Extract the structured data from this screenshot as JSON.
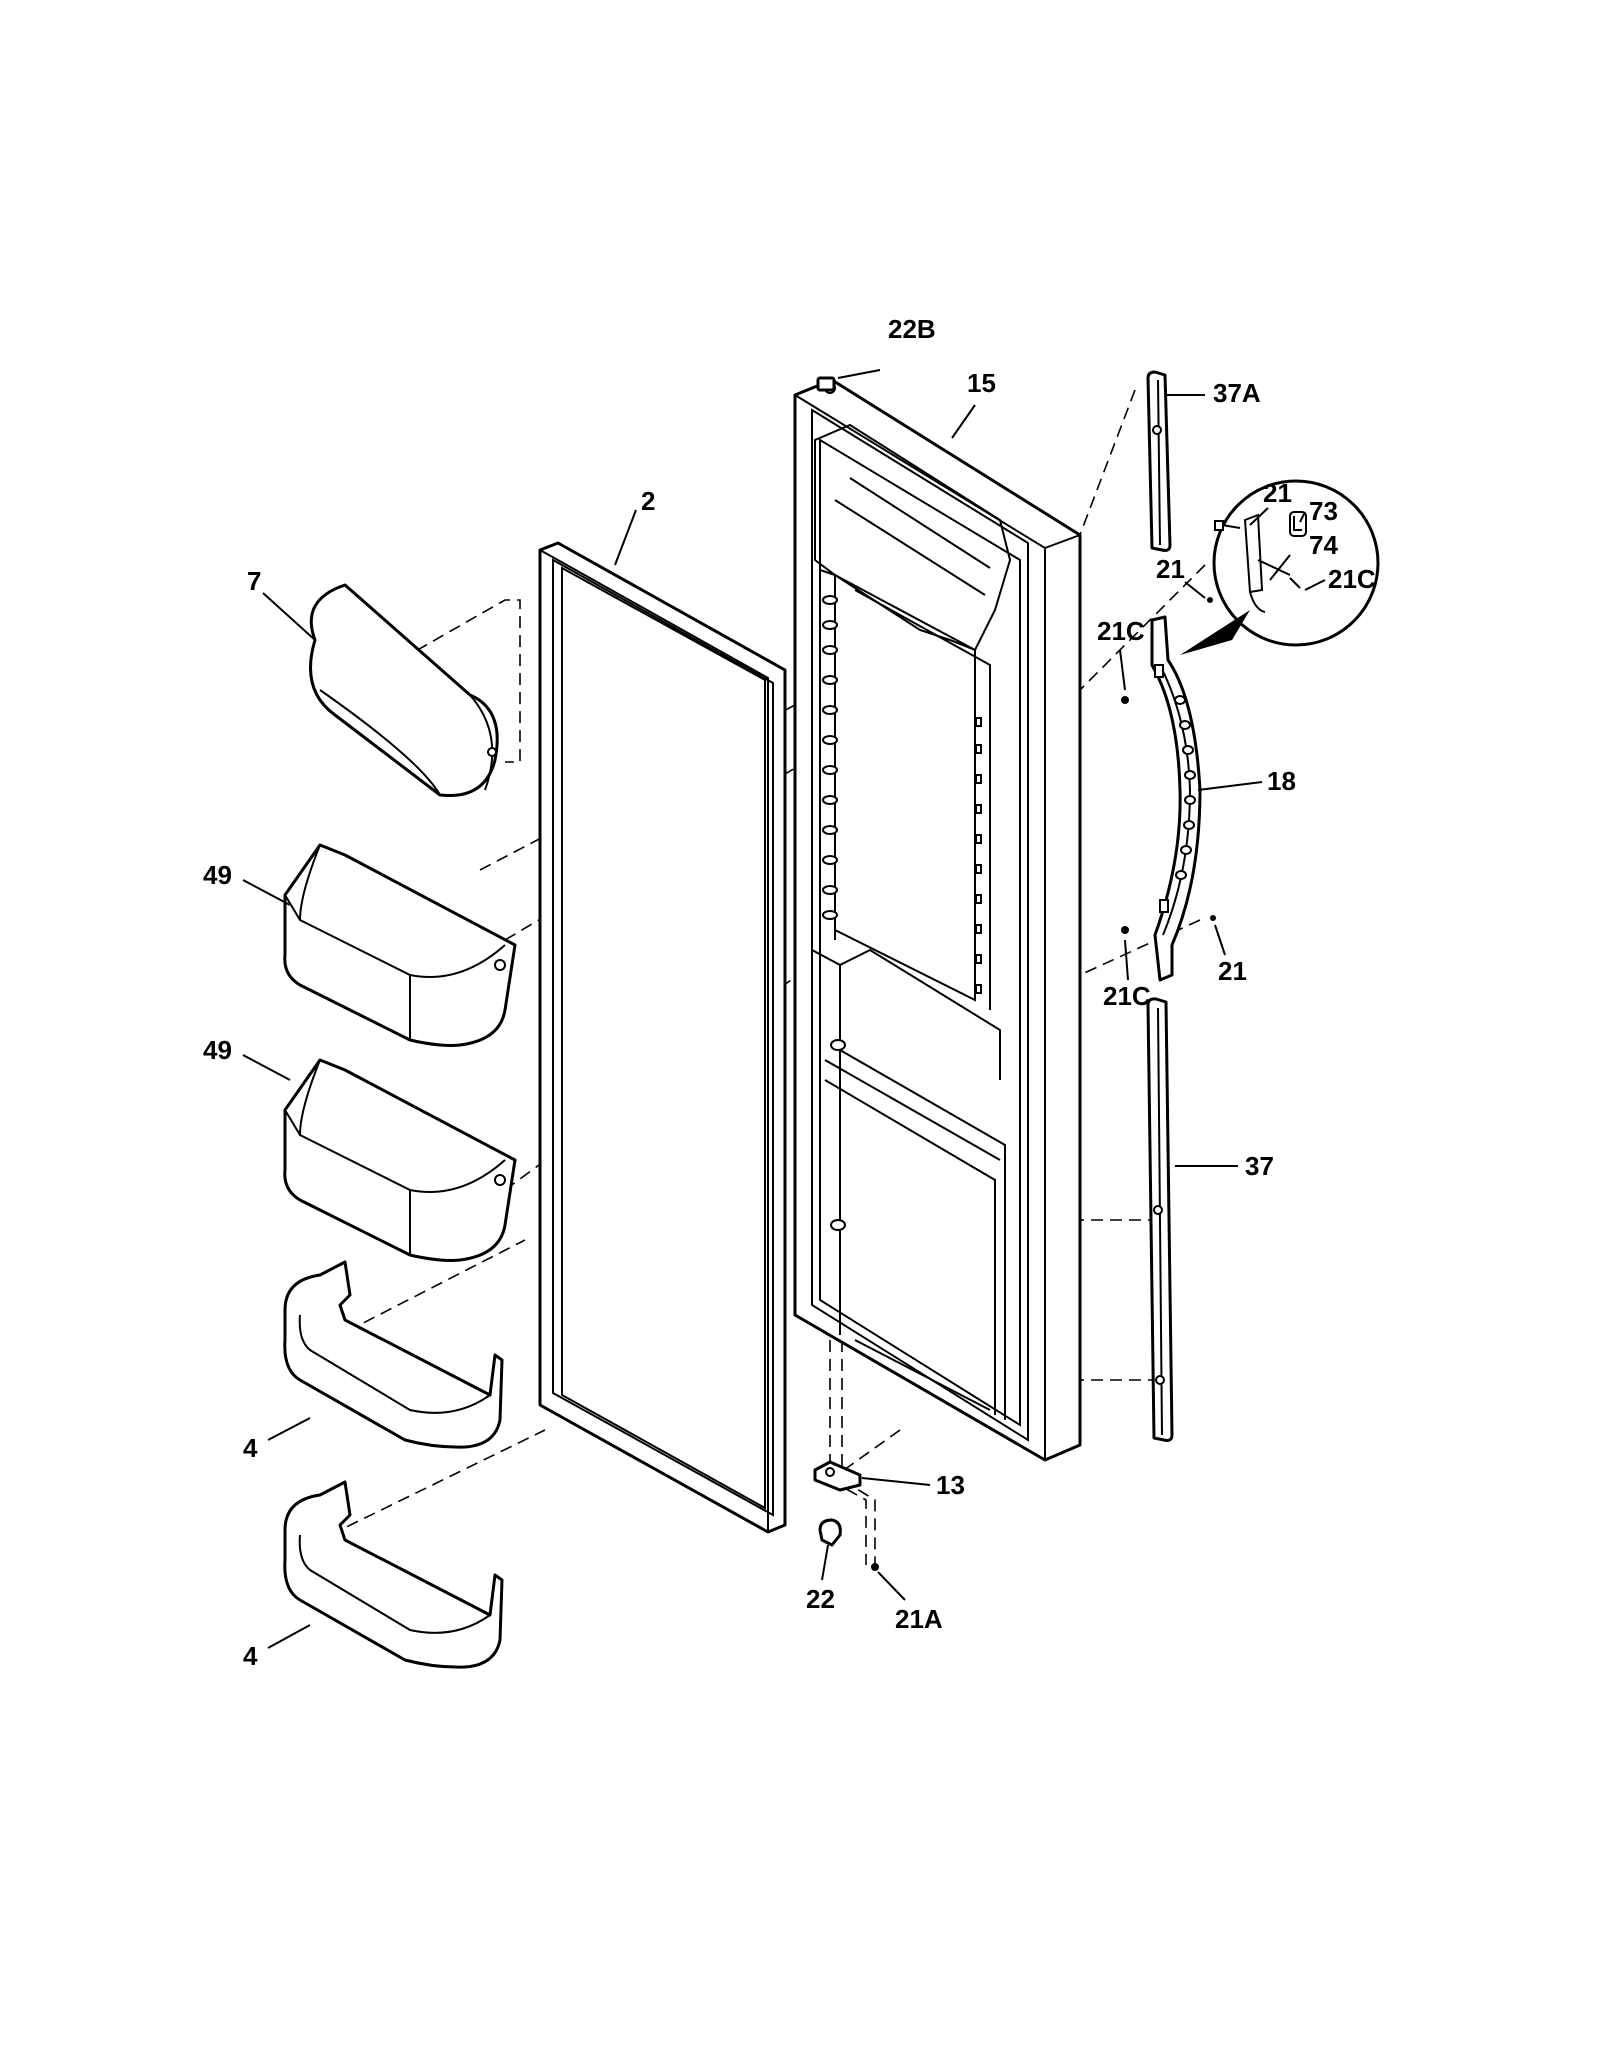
{
  "labels": {
    "p22b": "22B",
    "p15": "15",
    "p37a": "37A",
    "p2": "2",
    "p7": "7",
    "p21_top": "21",
    "p73": "73",
    "p74": "74",
    "p21c_inset": "21C",
    "p21_mid": "21",
    "p21c_left": "21C",
    "p18": "18",
    "p49_upper": "49",
    "p49_lower": "49",
    "p21c_lower": "21C",
    "p21_lower": "21",
    "p37": "37",
    "p4_upper": "4",
    "p4_lower": "4",
    "p13": "13",
    "p22": "22",
    "p21a": "21A"
  }
}
